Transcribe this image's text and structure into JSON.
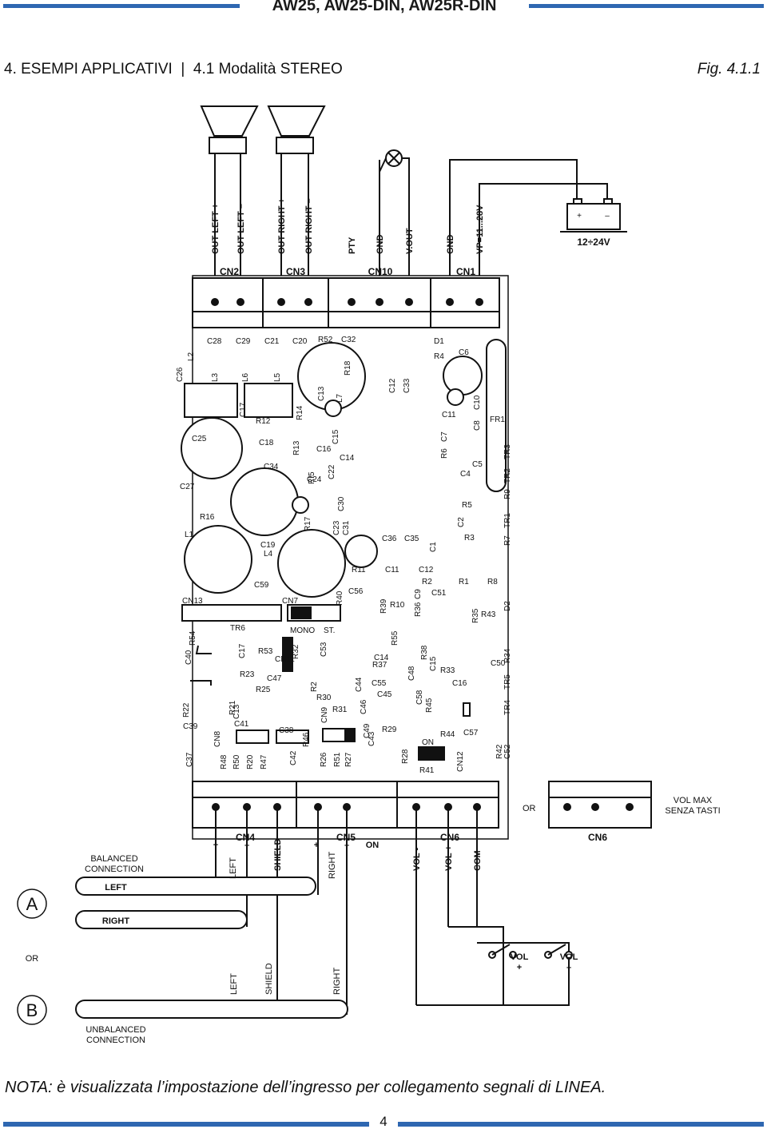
{
  "header": {
    "doc_title": "AW25, AW25-DIN, AW25R-DIN",
    "section": "4.   ESEMPI APPLICATIVI",
    "subsection": "4.1 Modalità STEREO",
    "figure": "Fig. 4.1.1"
  },
  "terminals_top": [
    "OUT LEFT +",
    "OUT LEFT –",
    "OUT RIGHT +",
    "OUT RIGHT –",
    "PTY",
    "GND",
    "V.OUT",
    "GND",
    "VP=11...28V"
  ],
  "connectors_top": [
    "CN2",
    "CN3",
    "CN10",
    "CN1"
  ],
  "battery": {
    "plus": "+",
    "minus": "–",
    "label": "12÷24V"
  },
  "board_labels": {
    "caps": [
      "C28",
      "C29",
      "C21",
      "C20",
      "R52",
      "C32",
      "D1",
      "R4",
      "C6",
      "C26",
      "L2",
      "L3",
      "L6",
      "L5",
      "R18",
      "L7",
      "C13",
      "C12",
      "C33",
      "C17",
      "R14",
      "R12",
      "C11",
      "C8",
      "C10",
      "FR1",
      "C25",
      "C18",
      "C34",
      "R13",
      "C15",
      "C16",
      "C14",
      "R6",
      "C7",
      "TR3",
      "C27",
      "RI5",
      "C24",
      "C22",
      "C5",
      "C4",
      "R9",
      "TR2",
      "R16",
      "R17",
      "C30",
      "R5",
      "L1",
      "C19",
      "L4",
      "C23",
      "C31",
      "C36",
      "C35",
      "C1",
      "C2",
      "R3",
      "R7",
      "TR1",
      "C59",
      "R11",
      "C11",
      "C12",
      "R2",
      "R1",
      "R8",
      "CN13",
      "CN7",
      "R40",
      "C56",
      "R39",
      "R10",
      "R36",
      "C9",
      "C51",
      "R35",
      "D2",
      "R43",
      "R54",
      "TR6",
      "MONO",
      "ST.",
      "R32",
      "C53",
      "R55",
      "C40",
      "C17",
      "R53",
      "CN11",
      "C14",
      "R37",
      "R38",
      "C15",
      "R33",
      "C50",
      "R34",
      "R23",
      "C47",
      "R2",
      "C44",
      "C55",
      "C48",
      "C16",
      "TR5",
      "R25",
      "C45",
      "C58",
      "R22",
      "R21",
      "C13",
      "R30",
      "R31",
      "C46",
      "R45",
      "TR4",
      "C39",
      "C41",
      "C38",
      "CN9",
      "C49",
      "C43",
      "R29",
      "R44",
      "C57",
      "CN8",
      "R46",
      "ON",
      "C37",
      "R48",
      "R50",
      "R20",
      "R47",
      "C42",
      "R26",
      "R51",
      "R27",
      "R28",
      "R41",
      "CN12",
      "R42",
      "C52"
    ]
  },
  "connectors_bottom": [
    "CN4",
    "CN5",
    "CN6",
    "CN6"
  ],
  "or_label": "OR",
  "vol_max": [
    "VOL MAX",
    "SENZA TASTI"
  ],
  "terminals_bottom": [
    "+",
    "–",
    "+",
    "–",
    "ON"
  ],
  "wire_labels": [
    "LEFT",
    "SHIELD",
    "RIGHT",
    "VOL -",
    "VOL +",
    "COM"
  ],
  "option_a": {
    "letter": "A",
    "title": [
      "BALANCED",
      "CONNECTION"
    ],
    "left": "LEFT",
    "right": "RIGHT"
  },
  "option_b": {
    "letter": "B",
    "or": "OR",
    "left": "LEFT",
    "shield": "SHIELD",
    "right": "RIGHT",
    "title": [
      "UNBALANCED",
      "CONNECTION"
    ]
  },
  "vol_switches": [
    [
      "VOL",
      "+"
    ],
    [
      "VOL",
      "–"
    ]
  ],
  "note": "NOTA: è visualizzata l’impostazione dell’ingresso per collegamento segnali di LINEA.",
  "page_number": "4"
}
